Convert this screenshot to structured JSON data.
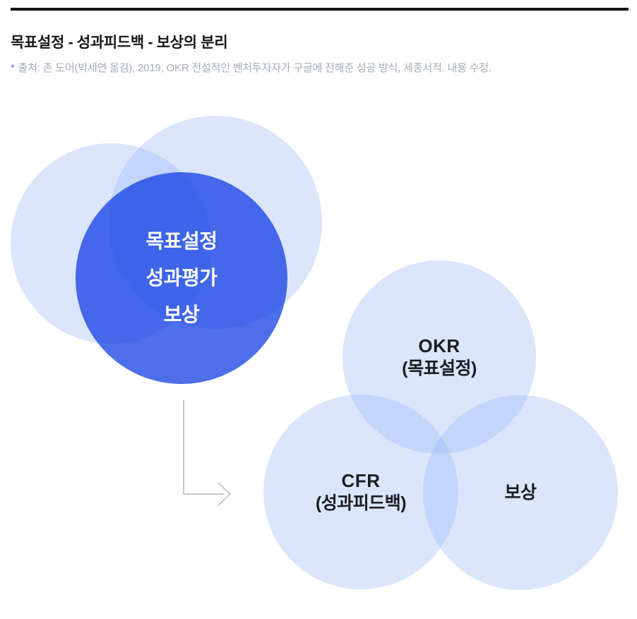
{
  "header": {
    "title": "목표설정 - 성과피드백 - 보상의 분리",
    "source_marker": "*",
    "source_text": "출처: 존 도어(박세연 옮김), 2019, OKR 전설적인 벤처투자자가 구글에 전해준 성공 방식, 세종서적. 내용 수정."
  },
  "venn_left": {
    "labels": [
      "목표설정",
      "성과평가",
      "보상"
    ]
  },
  "venn_right": {
    "okr": {
      "title": "OKR",
      "subtitle": "(목표설정)"
    },
    "cfr": {
      "title": "CFR",
      "subtitle": "(성과피드백)"
    },
    "compensation": {
      "label": "보상"
    }
  },
  "colors": {
    "top_rule": "#131313",
    "title_text": "#17181a",
    "source_text": "#a5abb5",
    "source_marker": "#6672f2",
    "blue_circle": "#4f70ec",
    "light_circle": "#dfe8fc",
    "circle_label_dark": "#1b1d22",
    "circle_label_light": "#ffffff",
    "arrow": "#c5c8cd"
  }
}
